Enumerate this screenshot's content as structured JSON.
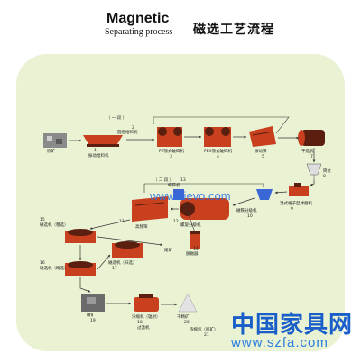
{
  "header": {
    "title_en": "Magnetic",
    "subtitle_en": "Separating process",
    "title_zh": "磁选工艺流程"
  },
  "watermark": {
    "mid": "www.sievo.com",
    "brand": "中国家具网",
    "url": "www.szfa.com"
  },
  "labels": {
    "stage_one": "（ 一 段 ）",
    "stage_two": "（ 二 段 ）",
    "l1": "原矿",
    "n1": "1",
    "l2": "振动给料机",
    "n2": "2",
    "l3": "PE颚式破碎机",
    "n3": "3",
    "l4": "PEX颚式破碎机",
    "n4": "4",
    "l5": "振动筛",
    "n5": "5",
    "l6": "圆盘给料机",
    "l7": "干选机",
    "n7": "7",
    "l8": "筒仓",
    "n8": "8",
    "l9": "湿式格子型球磨机",
    "n9": "9",
    "l10": "磁铁分级机",
    "n10": "10",
    "l11": "高频筛",
    "n11": "11",
    "l12": "螺旋分级机",
    "n12": "12",
    "l13": "细筛机",
    "n13": "13",
    "l14": "脱磁器",
    "n14": "14",
    "l15": "磁选机（粗选）",
    "n15": "15",
    "l16": "磁选机（精选）",
    "n16": "16",
    "l17": "尾矿",
    "l18": "精矿",
    "l19": "磁选机（扫选）",
    "n19": "17",
    "l20": "浓缩机（辐射）",
    "n20": "18",
    "l21": "过滤机",
    "n21": "19",
    "l22": "干精矿",
    "n22": "20",
    "l23": "浓缩机（尾矿）",
    "n23": "21"
  },
  "colors": {
    "card": "#e9f3d3",
    "machine_red": "#c8401e",
    "machine_dark": "#5b1f10",
    "arrow": "#333333",
    "brand_blue": "#1a5fc9"
  }
}
